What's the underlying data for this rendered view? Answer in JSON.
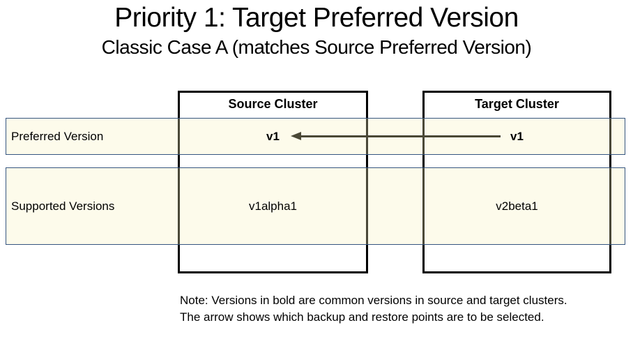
{
  "title": "Priority 1: Target Preferred Version",
  "subtitle": "Classic Case A (matches Source Preferred Version)",
  "rows": {
    "preferred_label": "Preferred Version",
    "supported_label": "Supported Versions"
  },
  "clusters": {
    "source": {
      "header": "Source Cluster",
      "preferred_version": "v1",
      "supported_version": "v1alpha1"
    },
    "target": {
      "header": "Target Cluster",
      "preferred_version": "v1",
      "supported_version": "v2beta1"
    }
  },
  "arrow": {
    "direction": "target-preferred-to-source-preferred",
    "from_value": "v1",
    "to_value": "v1"
  },
  "note": {
    "line1": "Note: Versions in bold are common versions in source and target clusters.",
    "line2": "The arrow shows which backup and restore points are to be selected."
  },
  "colors": {
    "band_fill": "#FDF8E8",
    "band_border": "#355580",
    "box_border": "#000000",
    "arrow": "#4A4836",
    "text": "#000000"
  }
}
